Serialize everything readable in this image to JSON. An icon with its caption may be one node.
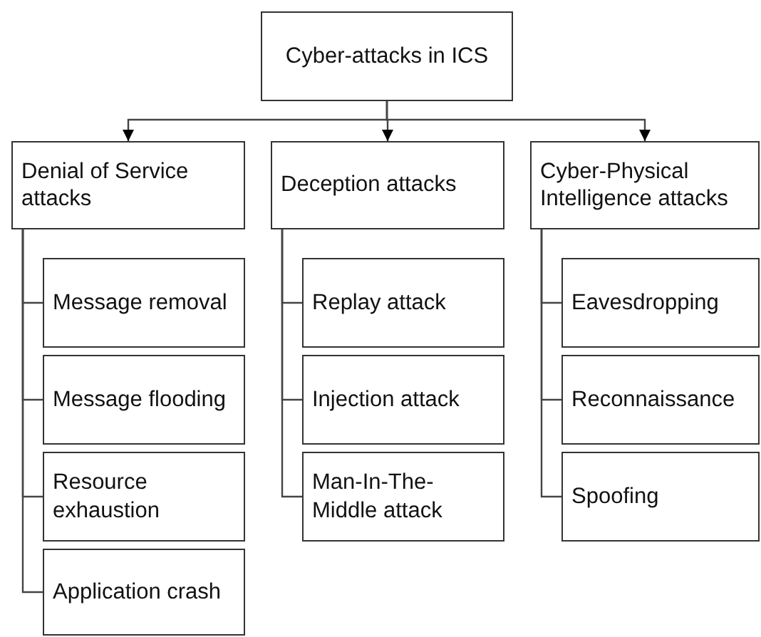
{
  "diagram": {
    "nodes": [
      {
        "text": [
          "Cyber-attacks in ICS"
        ]
      },
      {
        "text": [
          "Denial of Service attacks"
        ]
      },
      {
        "text": [
          "Deception attacks"
        ]
      },
      {
        "text": [
          "Cyber-Physical Intelligence attacks"
        ]
      },
      {
        "text": [
          "Message removal"
        ]
      },
      {
        "text": [
          "Message flooding"
        ]
      },
      {
        "text": [
          "Resource exhaustion"
        ]
      },
      {
        "text": [
          "Application crash"
        ]
      },
      {
        "text": [
          "Replay attack"
        ]
      },
      {
        "text": [
          "Injection attack"
        ]
      },
      {
        "text": [
          "Man-In-The-Middle attack"
        ]
      },
      {
        "text": [
          "Eavesdropping"
        ]
      },
      {
        "text": [
          "Reconnaissance"
        ]
      },
      {
        "text": [
          "Spoofing"
        ]
      }
    ],
    "edges": [
      {
        "from": 0,
        "to": 1,
        "arrow": "to"
      },
      {
        "from": 0,
        "to": 2,
        "arrow": "to"
      },
      {
        "from": 0,
        "to": 3,
        "arrow": "to"
      },
      {
        "from": 1,
        "to": 4,
        "arrow": "none"
      },
      {
        "from": 1,
        "to": 5,
        "arrow": "none"
      },
      {
        "from": 1,
        "to": 6,
        "arrow": "none"
      },
      {
        "from": 1,
        "to": 7,
        "arrow": "none"
      },
      {
        "from": 2,
        "to": 8,
        "arrow": "none"
      },
      {
        "from": 2,
        "to": 9,
        "arrow": "none"
      },
      {
        "from": 2,
        "to": 10,
        "arrow": "none"
      },
      {
        "from": 3,
        "to": 11,
        "arrow": "none"
      },
      {
        "from": 3,
        "to": 12,
        "arrow": "none"
      },
      {
        "from": 3,
        "to": 13,
        "arrow": "none"
      }
    ]
  }
}
